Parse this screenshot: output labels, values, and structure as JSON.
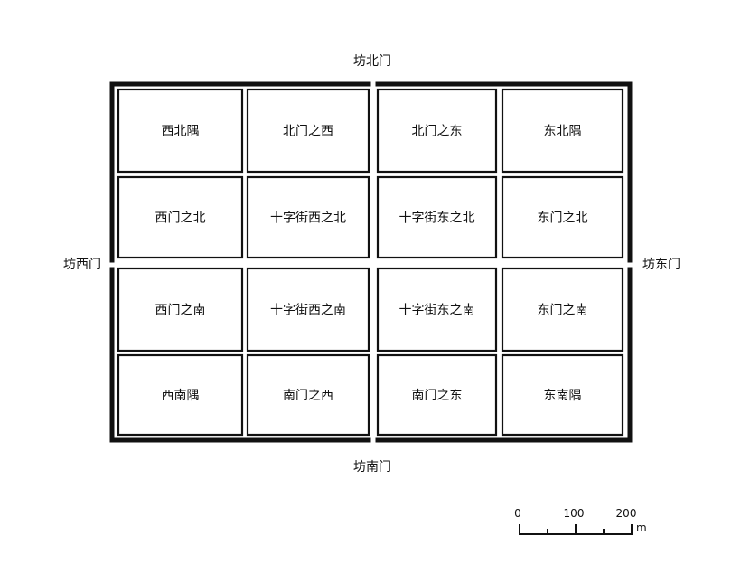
{
  "gates": {
    "north": "坊北门",
    "south": "坊南门",
    "west": "坊西门",
    "east": "坊东门"
  },
  "blocks": [
    [
      "西北隅",
      "北门之西",
      "北门之东",
      "东北隅"
    ],
    [
      "西门之北",
      "十字街西之北",
      "十字街东之北",
      "东门之北"
    ],
    [
      "西门之南",
      "十字街西之南",
      "十字街东之南",
      "东门之南"
    ],
    [
      "西南隅",
      "南门之西",
      "南门之东",
      "东南隅"
    ]
  ],
  "scale_bar": {
    "ticks": [
      "0",
      "100",
      "200"
    ],
    "unit": "m"
  }
}
